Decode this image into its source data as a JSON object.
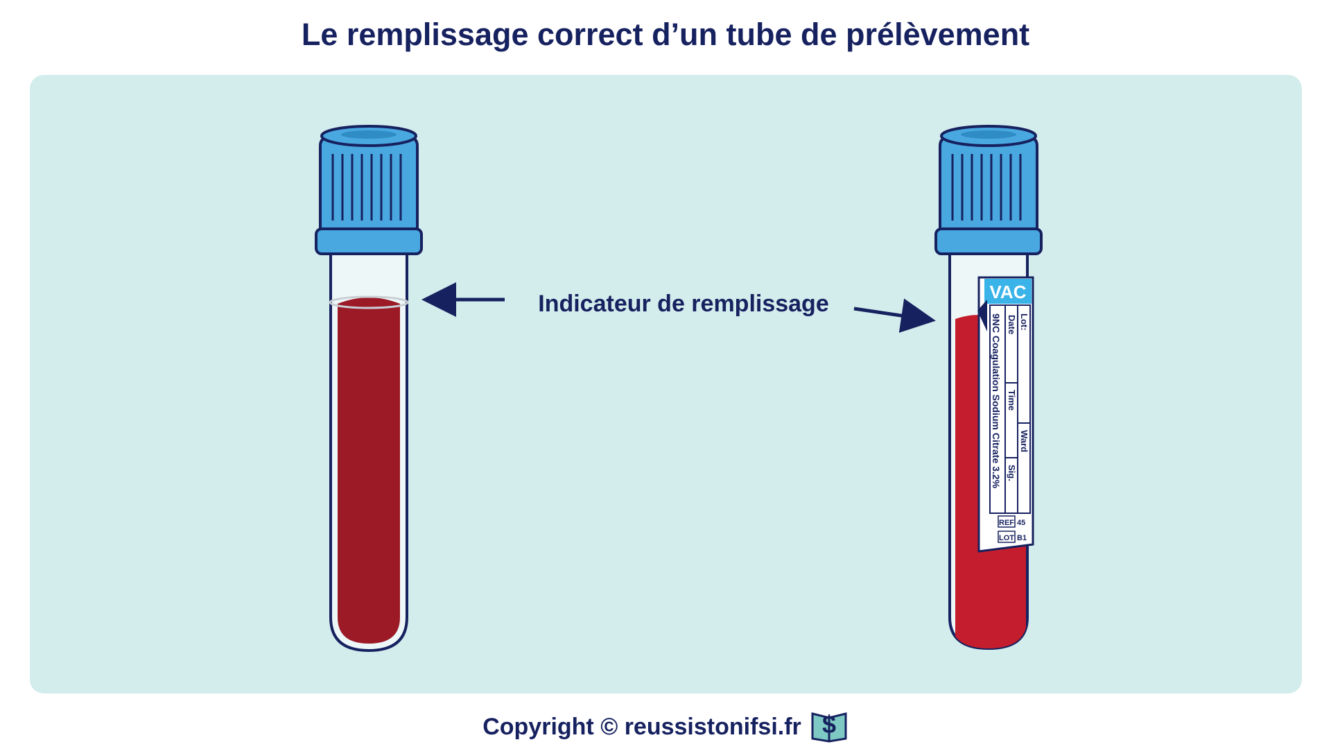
{
  "title": "Le remplissage correct d’un tube de prélèvement",
  "indicator_label": "Indicateur de remplissage",
  "label": {
    "brand": "VAC",
    "fields": [
      "Lot:",
      "Date",
      "Time",
      "Ward",
      "Sig."
    ],
    "product": "9NC Coagulation Sodium Citrate 3.2%",
    "ref_label": "REF",
    "ref_value": "45",
    "lot_label": "LOT",
    "lot_value": "B1"
  },
  "footer": {
    "copyright": "Copyright © reussistonifsi.fr",
    "logo_icon": "book-dollar-icon"
  },
  "colors": {
    "title": "#16215f",
    "panel": "#d3ecec",
    "cap": "#4aa8e0",
    "blood_left": "#9b1a26",
    "blood_right": "#c41e2e",
    "label_accent": "#3ab4e8"
  }
}
